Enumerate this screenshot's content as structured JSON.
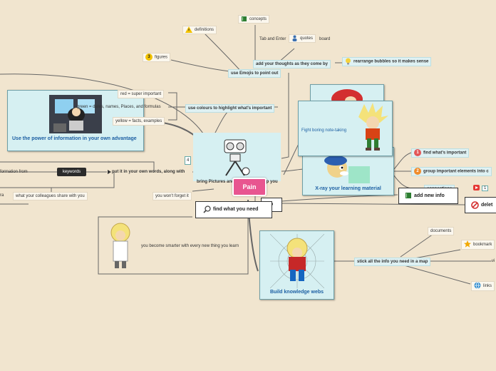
{
  "map": {
    "central": "Pain",
    "power_title": "Use the power of information in your own advantage",
    "power_children": [
      "red = super important",
      "green = dates, names, Places, and formulas",
      "yellow = facts, examples"
    ],
    "colours_branch": "use colours to highlight what's important",
    "emoji_branch": "use Emojis to point out",
    "thoughts_branch": "add your thoughts as they come by",
    "concepts": "concepts",
    "definitions": "definitions",
    "figures": "figures",
    "figures_num": "3",
    "tab_enter": "Tab and Enter",
    "board": "board",
    "quotes": "quotes",
    "rearrange": "rearrange bubbles so it makes sense",
    "fight": "Fight boring note-taking",
    "xray_title": "X-ray your learning material",
    "find_whats_important": "find what's important",
    "find_num": "1",
    "group_important": "group important elements into c",
    "group_num": "2",
    "connections": "connections",
    "connections_badge": "1",
    "add_new_info": "add new info",
    "delete": "delet",
    "find_need": "find what you need",
    "bring_pictures": "bring Pictures and",
    "help_you": "lp you",
    "o_char": "o",
    "four": "4",
    "wont_forget": "you won't forget it",
    "keywords": "keywords",
    "own_words": "put it in your own words, along with",
    "information_from": "formation from",
    "colleagues": "what your colleagues share with you",
    "ra": "ra",
    "smarter": "you become smarter with every new thing you learn",
    "knowledge_title": "Build knowledge webs",
    "stick_info": "stick all the info you need in a map",
    "documents": "documents",
    "bookmarks": "bookmark",
    "vi": "vi",
    "links": "links"
  },
  "colors": {
    "background": "#f1e5cf",
    "card": "#d6f0f2",
    "title": "#1c5fa3",
    "central": "#e85590",
    "branch": "#5a5a5a"
  }
}
